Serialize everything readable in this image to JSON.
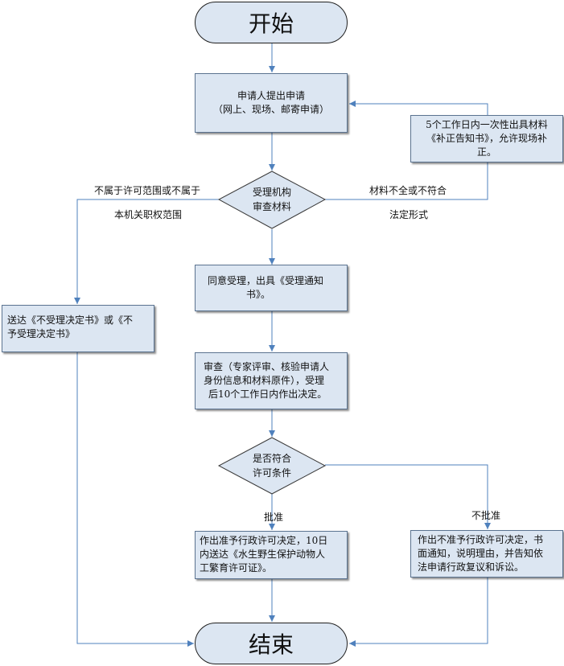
{
  "nodes": {
    "start": "开始",
    "apply": [
      "申请人提出申请",
      "（网上、现场、邮寄申请）"
    ],
    "supplement": [
      "5个工作日内一次性出具材料",
      "《补正告知书》，允许现场补",
      "正。"
    ],
    "review_diamond": [
      "受理机构",
      "审查材料"
    ],
    "accept": [
      "同意受理，出具《受理通知",
      "书》。"
    ],
    "reject_notice": [
      "送达《不受理决定书》或《不",
      "予受理决定书》"
    ],
    "examine": [
      "审查（专家评审、核验申请人",
      "身份信息和材料原件），受理",
      "后10个工作日内作出决定。"
    ],
    "condition_diamond": [
      "是否符合",
      "许可条件"
    ],
    "approve": [
      "作出准予行政许可决定，10日",
      "内送达《水生野生保护动物人",
      "工繁育许可证》。"
    ],
    "deny": [
      "作出不准予行政许可决定，书",
      "面通知，说明理由，并告知依",
      "法申请行政复议和诉讼。"
    ],
    "end": "结束"
  },
  "edge_labels": {
    "out_of_scope_1": "不属于许可范围或不属于",
    "out_of_scope_2": "本机关职权范围",
    "incomplete_1": "材料不全或不符合",
    "incomplete_2": "法定形式",
    "approved": "批准",
    "not_approved": "不批准"
  },
  "colors": {
    "fill": "#dce6f2",
    "line": "#4f81bd",
    "border": "#5b7390"
  }
}
